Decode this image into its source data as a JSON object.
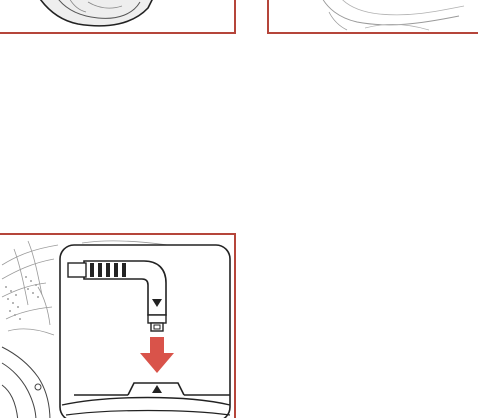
{
  "illustrations": [
    {
      "id": "top-left",
      "content": "helmet-shell-edge"
    },
    {
      "id": "top-right",
      "content": "helmet-padding-edge"
    },
    {
      "id": "bottom",
      "content": "connector-plug-insertion"
    }
  ],
  "colors": {
    "frame": "#b5453a",
    "arrow": "#d9534a",
    "line": "#222222",
    "detail_line": "#9a9a9a"
  }
}
